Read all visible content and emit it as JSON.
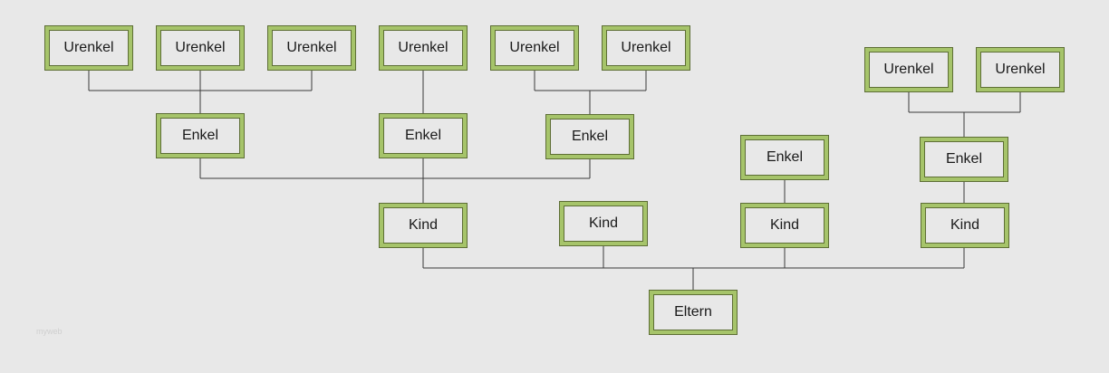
{
  "tree": {
    "root": {
      "label": "Eltern"
    },
    "kind": [
      {
        "label": "Kind"
      },
      {
        "label": "Kind"
      },
      {
        "label": "Kind"
      },
      {
        "label": "Kind"
      }
    ],
    "enkel": [
      {
        "label": "Enkel"
      },
      {
        "label": "Enkel"
      },
      {
        "label": "Enkel"
      },
      {
        "label": "Enkel"
      },
      {
        "label": "Enkel"
      }
    ],
    "urenkel": [
      {
        "label": "Urenkel"
      },
      {
        "label": "Urenkel"
      },
      {
        "label": "Urenkel"
      },
      {
        "label": "Urenkel"
      },
      {
        "label": "Urenkel"
      },
      {
        "label": "Urenkel"
      },
      {
        "label": "Urenkel"
      },
      {
        "label": "Urenkel"
      }
    ]
  },
  "watermark": "myweb"
}
